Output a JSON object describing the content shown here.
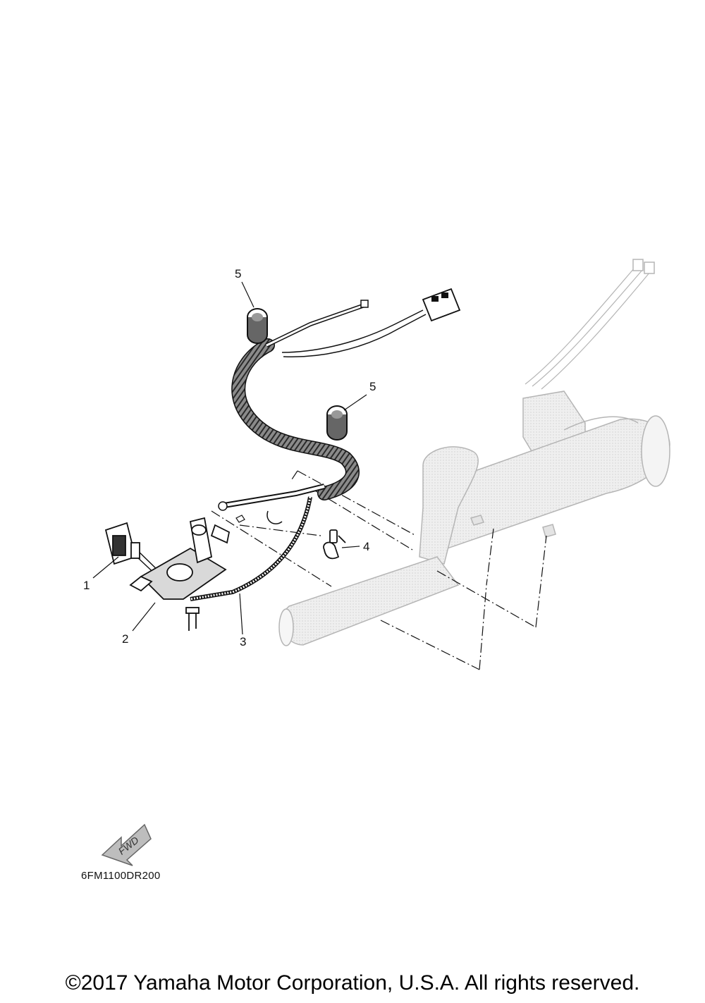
{
  "callouts": [
    {
      "id": "1",
      "label": "1"
    },
    {
      "id": "2",
      "label": "2"
    },
    {
      "id": "3",
      "label": "3"
    },
    {
      "id": "4",
      "label": "4"
    },
    {
      "id": "5a",
      "label": "5"
    },
    {
      "id": "5b",
      "label": "5"
    }
  ],
  "fwd_arrow": {
    "label": "FWD"
  },
  "diagram_code": "6FM1100DR200",
  "copyright": "©2017 Yamaha Motor Corporation, U.S.A. All rights reserved.",
  "colors": {
    "line": "#111111",
    "ghost_fill": "#ececec",
    "ghost_stroke": "#b5b5b5",
    "arrow_fill": "#bdbdbd"
  }
}
